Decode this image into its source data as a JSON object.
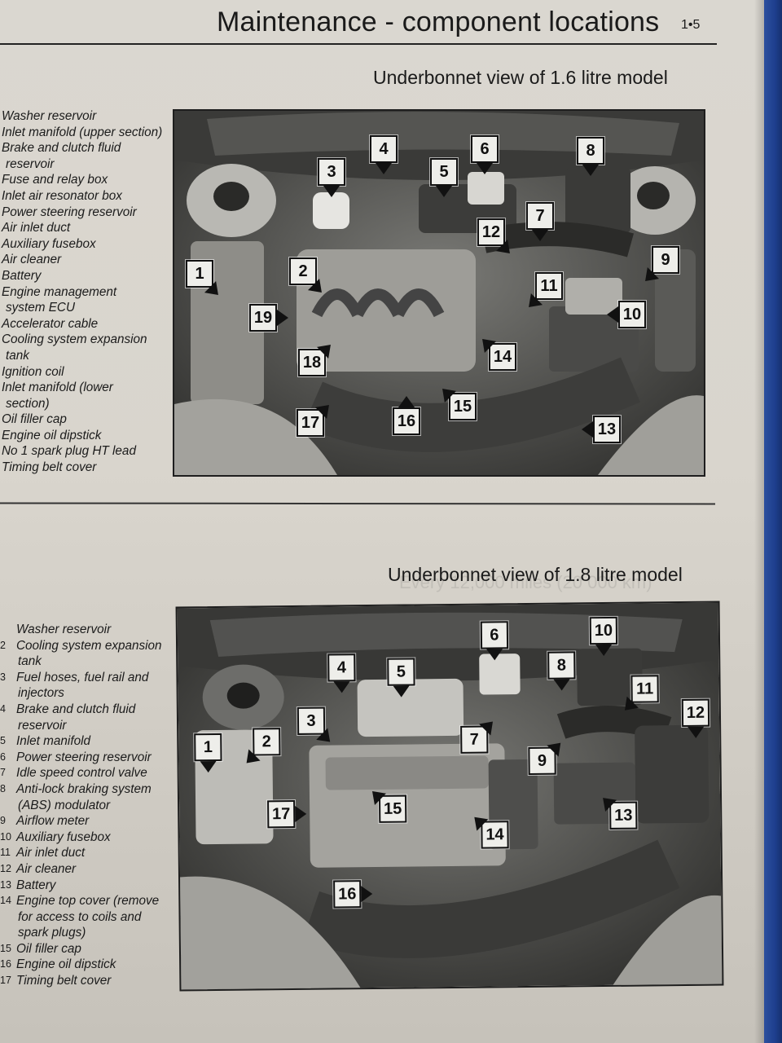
{
  "page": {
    "title": "Maintenance - component locations",
    "page_number": "1•5"
  },
  "section1": {
    "title": "Underbonnet view of 1.6 litre model",
    "legend": [
      {
        "num": "",
        "lines": [
          "Washer reservoir"
        ]
      },
      {
        "num": "",
        "lines": [
          "Inlet manifold (upper section)"
        ]
      },
      {
        "num": "",
        "lines": [
          "Brake and clutch fluid",
          "reservoir"
        ]
      },
      {
        "num": "",
        "lines": [
          "Fuse and relay box"
        ]
      },
      {
        "num": "",
        "lines": [
          "Inlet air resonator box"
        ]
      },
      {
        "num": "",
        "lines": [
          "Power steering reservoir"
        ]
      },
      {
        "num": "",
        "lines": [
          "Air inlet duct"
        ]
      },
      {
        "num": "",
        "lines": [
          "Auxiliary fusebox"
        ]
      },
      {
        "num": "",
        "lines": [
          "Air cleaner"
        ]
      },
      {
        "num": "",
        "lines": [
          "Battery"
        ]
      },
      {
        "num": "",
        "lines": [
          "Engine management",
          "system ECU"
        ]
      },
      {
        "num": "",
        "lines": [
          "Accelerator cable"
        ]
      },
      {
        "num": "",
        "lines": [
          "Cooling system expansion",
          "tank"
        ]
      },
      {
        "num": "",
        "lines": [
          "Ignition coil"
        ]
      },
      {
        "num": "",
        "lines": [
          "Inlet manifold (lower",
          "section)"
        ]
      },
      {
        "num": "",
        "lines": [
          "Oil filler cap"
        ]
      },
      {
        "num": "",
        "lines": [
          "Engine oil dipstick"
        ]
      },
      {
        "num": "",
        "lines": [
          "No 1 spark plug HT lead"
        ]
      },
      {
        "num": "",
        "lines": [
          "Timing belt cover"
        ]
      }
    ],
    "callouts": [
      "1",
      "2",
      "3",
      "4",
      "5",
      "6",
      "7",
      "8",
      "9",
      "10",
      "11",
      "12",
      "13",
      "14",
      "15",
      "16",
      "17",
      "18",
      "19"
    ]
  },
  "section2": {
    "title": "Underbonnet view of 1.8 litre model",
    "legend": [
      {
        "num": "",
        "lines": [
          "Washer reservoir"
        ]
      },
      {
        "num": "2",
        "lines": [
          "Cooling system expansion",
          "tank"
        ]
      },
      {
        "num": "3",
        "lines": [
          "Fuel hoses, fuel rail and",
          "injectors"
        ]
      },
      {
        "num": "4",
        "lines": [
          "Brake and clutch fluid",
          "reservoir"
        ]
      },
      {
        "num": "5",
        "lines": [
          "Inlet manifold"
        ]
      },
      {
        "num": "6",
        "lines": [
          "Power steering reservoir"
        ]
      },
      {
        "num": "7",
        "lines": [
          "Idle speed control valve"
        ]
      },
      {
        "num": "8",
        "lines": [
          "Anti-lock braking system",
          "(ABS) modulator"
        ]
      },
      {
        "num": "9",
        "lines": [
          "Airflow meter"
        ]
      },
      {
        "num": "10",
        "lines": [
          "Auxiliary fusebox"
        ]
      },
      {
        "num": "11",
        "lines": [
          "Air inlet duct"
        ]
      },
      {
        "num": "12",
        "lines": [
          "Air cleaner"
        ]
      },
      {
        "num": "13",
        "lines": [
          "Battery"
        ]
      },
      {
        "num": "14",
        "lines": [
          "Engine top cover (remove",
          "for access to coils and",
          "spark plugs)"
        ]
      },
      {
        "num": "15",
        "lines": [
          "Oil filler cap"
        ]
      },
      {
        "num": "16",
        "lines": [
          "Engine oil dipstick"
        ]
      },
      {
        "num": "17",
        "lines": [
          "Timing belt cover"
        ]
      }
    ],
    "callouts": [
      "1",
      "2",
      "3",
      "4",
      "5",
      "6",
      "7",
      "8",
      "9",
      "10",
      "11",
      "12",
      "13",
      "14",
      "15",
      "16",
      "17"
    ]
  },
  "show_through_text": "Every 12,000 miles (20 000 km)"
}
